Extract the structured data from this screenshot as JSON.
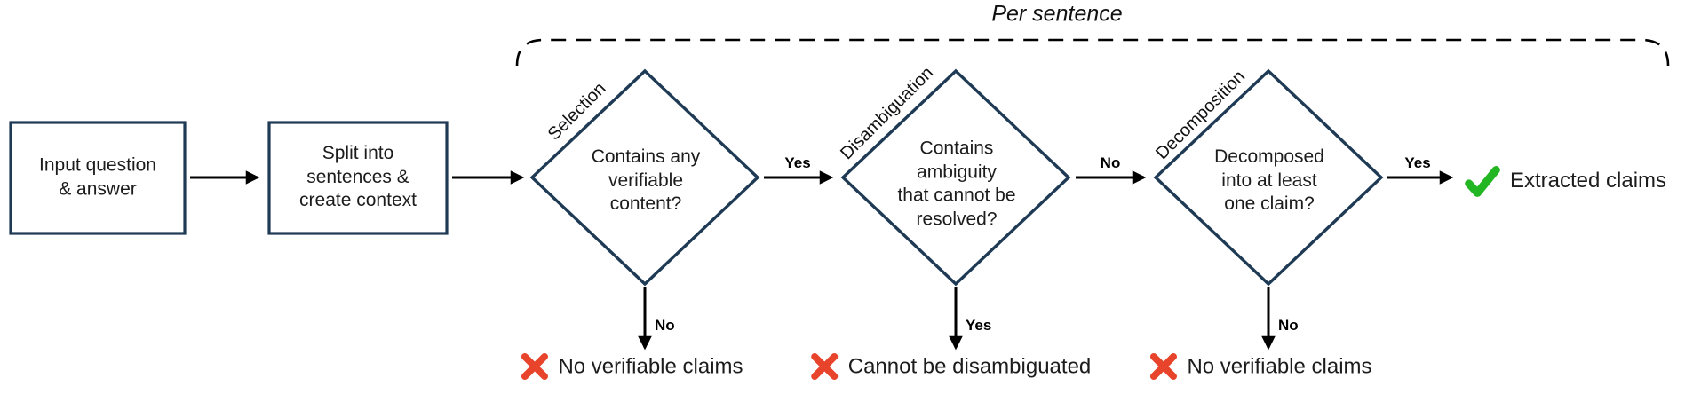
{
  "colors": {
    "navy": "#1e3a54",
    "red": "#e8432b",
    "green": "#22b622",
    "ink": "#1a1a1a"
  },
  "bracket": {
    "label": "Per sentence"
  },
  "nodes": {
    "input_box": {
      "text": "Input question\n& answer"
    },
    "split_box": {
      "text": "Split into\nsentences &\ncreate context"
    },
    "selection": {
      "stage": "Selection",
      "question": "Contains any\nverifiable\ncontent?"
    },
    "disambiguation": {
      "stage": "Disambiguation",
      "question": "Contains\nambiguity\nthat cannot be\nresolved?"
    },
    "decomposition": {
      "stage": "Decomposition",
      "question": "Decomposed\ninto at least\none claim?"
    }
  },
  "edges": {
    "selection_yes": "Yes",
    "selection_no": "No",
    "disambiguation_no": "No",
    "disambiguation_yes": "Yes",
    "decomposition_yes": "Yes",
    "decomposition_no": "No"
  },
  "outputs": {
    "no_verifiable_claims_1": "No verifiable claims",
    "cannot_be_disambiguated": "Cannot be disambiguated",
    "no_verifiable_claims_2": "No verifiable claims",
    "extracted_claims": "Extracted claims"
  }
}
